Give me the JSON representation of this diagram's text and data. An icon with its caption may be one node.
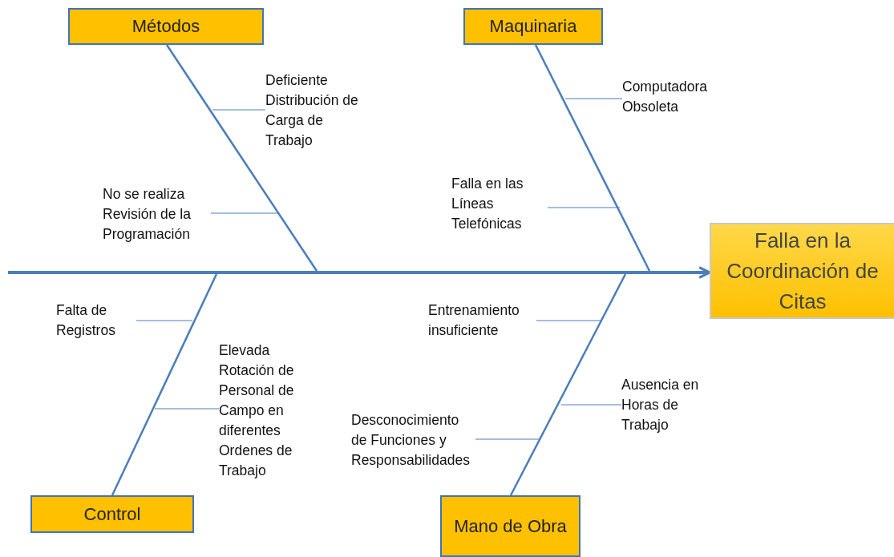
{
  "diagram": {
    "nodes": [
      {
        "text": [
          "Métodos"
        ]
      },
      {
        "text": [
          "Maquinaria"
        ]
      },
      {
        "text": [
          "Falla en la Coordinación de Citas"
        ]
      },
      {
        "text": [
          "Control"
        ]
      },
      {
        "text": [
          "Mano de Obra"
        ]
      },
      {
        "text": [
          "Deficiente Distribución de Carga de Trabajo"
        ]
      },
      {
        "text": [
          "No se realiza Revisión de la Programación"
        ]
      },
      {
        "text": [
          "Computadora Obsoleta"
        ]
      },
      {
        "text": [
          "Falla en las Líneas Telefónicas"
        ]
      },
      {
        "text": [
          "Falta de Registros"
        ]
      },
      {
        "text": [
          "Elevada Rotación de Personal de Campo en diferentes Ordenes de Trabajo"
        ]
      },
      {
        "text": [
          "Entrenamiento insuficiente"
        ]
      },
      {
        "text": [
          "Desconocimiento de Funciones y Responsabilidades"
        ]
      },
      {
        "text": [
          "Ausencia en Horas de Trabajo"
        ]
      }
    ],
    "edges": [
      {
        "from": null,
        "to": 2,
        "arrow": "to",
        "style": "thick"
      },
      {
        "from": 0,
        "to": null,
        "arrow": "none"
      },
      {
        "from": 1,
        "to": null,
        "arrow": "none"
      },
      {
        "from": 3,
        "to": null,
        "arrow": "none"
      },
      {
        "from": 4,
        "to": null,
        "arrow": "none"
      },
      {
        "from": 5,
        "to": null,
        "arrow": "none"
      },
      {
        "from": 6,
        "to": null,
        "arrow": "none"
      },
      {
        "from": 7,
        "to": null,
        "arrow": "none"
      },
      {
        "from": 8,
        "to": null,
        "arrow": "none"
      },
      {
        "from": 9,
        "to": null,
        "arrow": "none"
      },
      {
        "from": 10,
        "to": null,
        "arrow": "none"
      },
      {
        "from": 11,
        "to": null,
        "arrow": "none"
      },
      {
        "from": 12,
        "to": null,
        "arrow": "none"
      },
      {
        "from": 13,
        "to": null,
        "arrow": "none"
      }
    ]
  }
}
